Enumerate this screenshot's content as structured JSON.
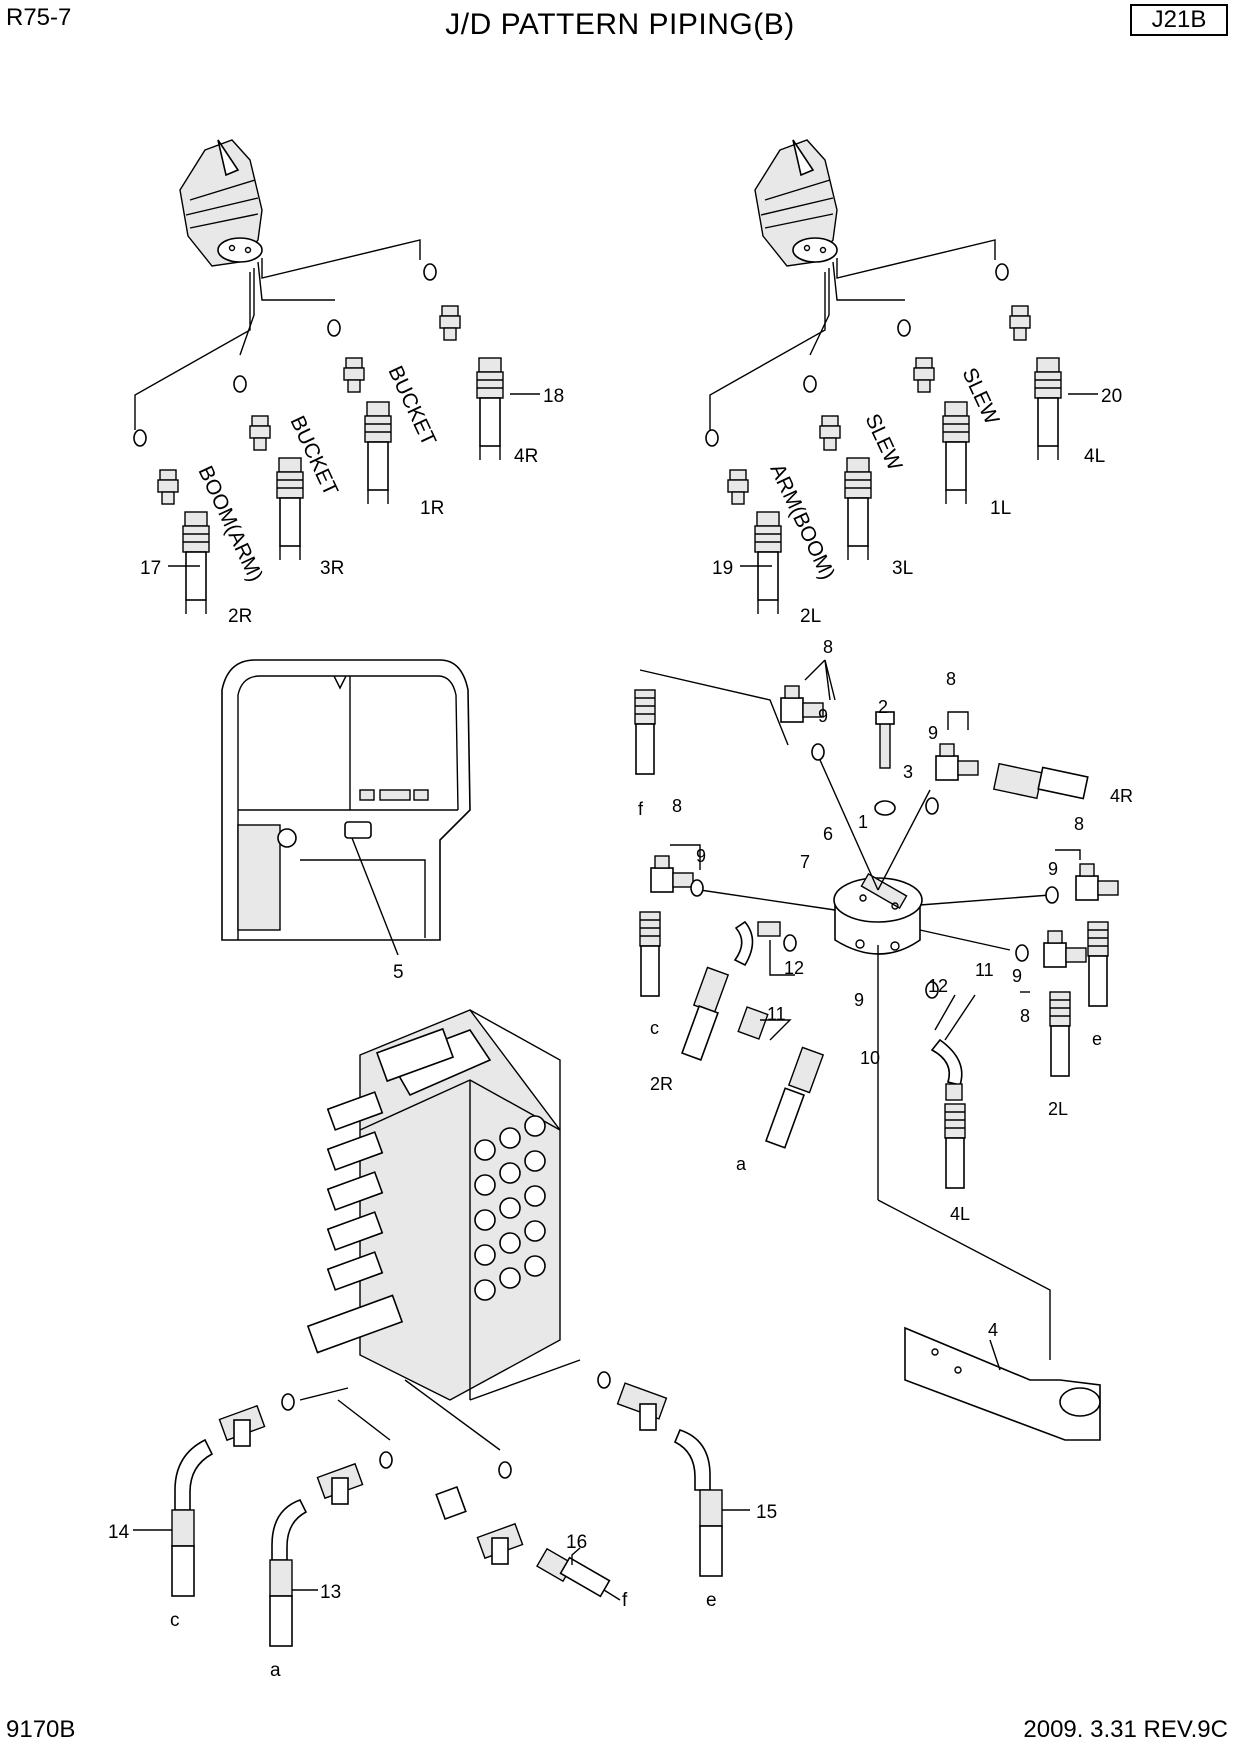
{
  "header": {
    "model": "R75-7",
    "title": "J/D PATTERN PIPING(B)",
    "code": "J21B"
  },
  "footer": {
    "doc_no": "9170B",
    "revision": "2009. 3.31 REV.9C"
  },
  "joystick_right": {
    "labels": {
      "boom_arm": "BOOM(ARM)",
      "bucket_a": "BUCKET",
      "bucket_b": "BUCKET"
    },
    "ports": {
      "p2": "2R",
      "p3": "3R",
      "p1": "1R",
      "p4": "4R"
    },
    "callouts": {
      "hose": "17",
      "hose4": "18"
    }
  },
  "joystick_left": {
    "labels": {
      "arm_boom": "ARM(BOOM)",
      "slew_a": "SLEW",
      "slew_b": "SLEW"
    },
    "ports": {
      "p2": "2L",
      "p3": "3L",
      "p1": "1L",
      "p4": "4L"
    },
    "callouts": {
      "hose": "19",
      "hose4": "20"
    }
  },
  "cab": {
    "callout": "5"
  },
  "manifold": {
    "callouts": {
      "c1": "1",
      "c2": "2",
      "c3": "3",
      "c4": "4",
      "c6": "6",
      "c7": "7",
      "c8a": "8",
      "c8b": "8",
      "c8c": "8",
      "c8d": "8",
      "c8e": "8",
      "c9a": "9",
      "c9b": "9",
      "c9c": "9",
      "c9d": "9",
      "c9e": "9",
      "c9f": "9",
      "c10": "10",
      "c11a": "11",
      "c11b": "11",
      "c12a": "12",
      "c12b": "12"
    },
    "ports": {
      "f": "f",
      "c": "c",
      "e": "e",
      "r2": "2R",
      "a": "a",
      "l2": "2L",
      "l4": "4L",
      "r4": "4R"
    }
  },
  "control_valve": {
    "callouts": {
      "c13": "13",
      "c14": "14",
      "c15": "15",
      "c16": "16"
    },
    "ports": {
      "c": "c",
      "a": "a",
      "f": "f",
      "e": "e"
    }
  }
}
